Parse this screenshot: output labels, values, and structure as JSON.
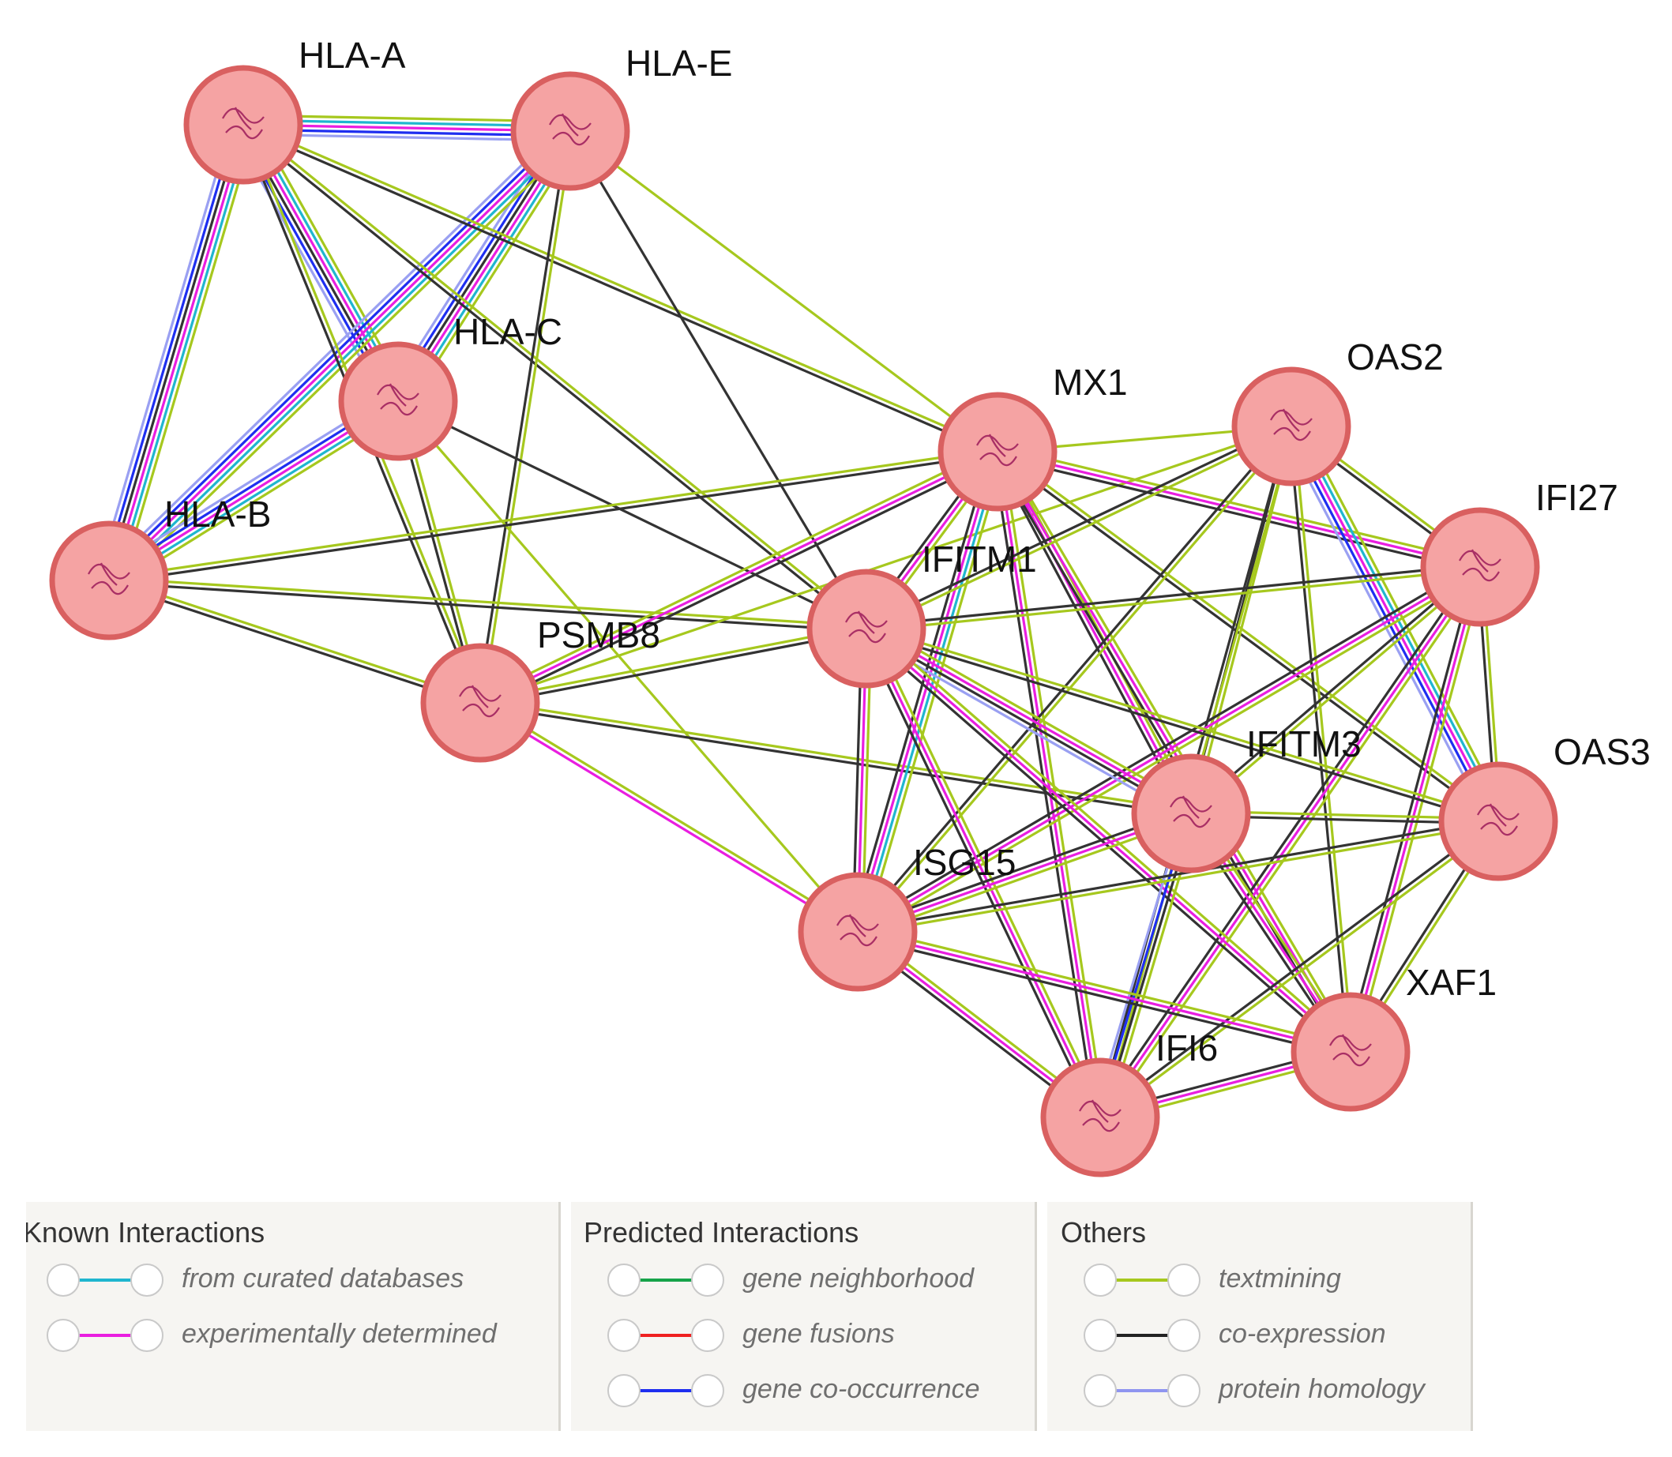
{
  "network": {
    "node_fill": "#f5a3a3",
    "node_stroke": "#d96060",
    "nodes": [
      {
        "id": "HLA-A",
        "label": "HLA-A"
      },
      {
        "id": "HLA-E",
        "label": "HLA-E"
      },
      {
        "id": "HLA-C",
        "label": "HLA-C"
      },
      {
        "id": "HLA-B",
        "label": "HLA-B"
      },
      {
        "id": "PSMB8",
        "label": "PSMB8"
      },
      {
        "id": "MX1",
        "label": "MX1"
      },
      {
        "id": "OAS2",
        "label": "OAS2"
      },
      {
        "id": "IFI27",
        "label": "IFI27"
      },
      {
        "id": "IFITM1",
        "label": "IFITM1"
      },
      {
        "id": "IFITM3",
        "label": "IFITM3"
      },
      {
        "id": "OAS3",
        "label": "OAS3"
      },
      {
        "id": "ISG15",
        "label": "ISG15"
      },
      {
        "id": "XAF1",
        "label": "XAF1"
      },
      {
        "id": "IFI6",
        "label": "IFI6"
      }
    ],
    "edges": [
      {
        "source": "HLA-A",
        "target": "HLA-E",
        "types": [
          "textmining",
          "curated",
          "experimental",
          "cooccurrence",
          "homology"
        ]
      },
      {
        "source": "HLA-A",
        "target": "HLA-C",
        "types": [
          "textmining",
          "curated",
          "experimental",
          "coexpression",
          "cooccurrence",
          "homology"
        ]
      },
      {
        "source": "HLA-A",
        "target": "HLA-B",
        "types": [
          "textmining",
          "curated",
          "experimental",
          "coexpression",
          "cooccurrence",
          "homology"
        ]
      },
      {
        "source": "HLA-E",
        "target": "HLA-C",
        "types": [
          "textmining",
          "curated",
          "experimental",
          "coexpression",
          "cooccurrence",
          "homology"
        ]
      },
      {
        "source": "HLA-E",
        "target": "HLA-B",
        "types": [
          "textmining",
          "curated",
          "experimental",
          "cooccurrence",
          "homology"
        ]
      },
      {
        "source": "HLA-C",
        "target": "HLA-B",
        "types": [
          "textmining",
          "curated",
          "experimental",
          "cooccurrence",
          "homology"
        ]
      },
      {
        "source": "HLA-A",
        "target": "MX1",
        "types": [
          "textmining",
          "coexpression"
        ]
      },
      {
        "source": "HLA-A",
        "target": "PSMB8",
        "types": [
          "textmining",
          "coexpression"
        ]
      },
      {
        "source": "HLA-A",
        "target": "IFITM1",
        "types": [
          "textmining",
          "coexpression"
        ]
      },
      {
        "source": "HLA-E",
        "target": "PSMB8",
        "types": [
          "textmining",
          "coexpression"
        ]
      },
      {
        "source": "HLA-E",
        "target": "IFITM1",
        "types": [
          "coexpression"
        ]
      },
      {
        "source": "HLA-E",
        "target": "MX1",
        "types": [
          "textmining"
        ]
      },
      {
        "source": "HLA-C",
        "target": "PSMB8",
        "types": [
          "textmining",
          "coexpression"
        ]
      },
      {
        "source": "HLA-C",
        "target": "IFITM1",
        "types": [
          "coexpression"
        ]
      },
      {
        "source": "HLA-C",
        "target": "ISG15",
        "types": [
          "textmining"
        ]
      },
      {
        "source": "HLA-B",
        "target": "PSMB8",
        "types": [
          "textmining",
          "coexpression"
        ]
      },
      {
        "source": "HLA-B",
        "target": "MX1",
        "types": [
          "textmining",
          "coexpression"
        ]
      },
      {
        "source": "HLA-B",
        "target": "IFITM1",
        "types": [
          "textmining",
          "coexpression"
        ]
      },
      {
        "source": "PSMB8",
        "target": "MX1",
        "types": [
          "textmining",
          "experimental",
          "coexpression"
        ]
      },
      {
        "source": "PSMB8",
        "target": "IFITM1",
        "types": [
          "textmining",
          "coexpression"
        ]
      },
      {
        "source": "PSMB8",
        "target": "ISG15",
        "types": [
          "textmining",
          "experimental"
        ]
      },
      {
        "source": "PSMB8",
        "target": "IFITM3",
        "types": [
          "textmining",
          "coexpression"
        ]
      },
      {
        "source": "PSMB8",
        "target": "OAS2",
        "types": [
          "textmining"
        ]
      },
      {
        "source": "MX1",
        "target": "OAS2",
        "types": [
          "textmining"
        ]
      },
      {
        "source": "MX1",
        "target": "IFI27",
        "types": [
          "textmining",
          "experimental",
          "coexpression"
        ]
      },
      {
        "source": "MX1",
        "target": "IFITM1",
        "types": [
          "textmining",
          "experimental",
          "coexpression"
        ]
      },
      {
        "source": "MX1",
        "target": "IFITM3",
        "types": [
          "textmining",
          "experimental",
          "coexpression"
        ]
      },
      {
        "source": "MX1",
        "target": "ISG15",
        "types": [
          "textmining",
          "curated",
          "experimental",
          "coexpression"
        ]
      },
      {
        "source": "MX1",
        "target": "OAS3",
        "types": [
          "textmining",
          "coexpression"
        ]
      },
      {
        "source": "MX1",
        "target": "XAF1",
        "types": [
          "textmining",
          "experimental",
          "coexpression"
        ]
      },
      {
        "source": "MX1",
        "target": "IFI6",
        "types": [
          "textmining",
          "experimental",
          "coexpression"
        ]
      },
      {
        "source": "OAS2",
        "target": "IFI27",
        "types": [
          "textmining",
          "coexpression"
        ]
      },
      {
        "source": "OAS2",
        "target": "OAS3",
        "types": [
          "textmining",
          "curated",
          "experimental",
          "cooccurrence",
          "homology"
        ]
      },
      {
        "source": "OAS2",
        "target": "IFITM1",
        "types": [
          "textmining",
          "coexpression"
        ]
      },
      {
        "source": "OAS2",
        "target": "IFITM3",
        "types": [
          "textmining",
          "coexpression"
        ]
      },
      {
        "source": "OAS2",
        "target": "ISG15",
        "types": [
          "textmining",
          "coexpression"
        ]
      },
      {
        "source": "OAS2",
        "target": "IFI6",
        "types": [
          "textmining",
          "coexpression"
        ]
      },
      {
        "source": "OAS2",
        "target": "XAF1",
        "types": [
          "textmining",
          "coexpression"
        ]
      },
      {
        "source": "IFI27",
        "target": "IFITM1",
        "types": [
          "textmining",
          "coexpression"
        ]
      },
      {
        "source": "IFI27",
        "target": "IFITM3",
        "types": [
          "textmining",
          "coexpression"
        ]
      },
      {
        "source": "IFI27",
        "target": "ISG15",
        "types": [
          "textmining",
          "experimental",
          "coexpression"
        ]
      },
      {
        "source": "IFI27",
        "target": "OAS3",
        "types": [
          "textmining",
          "coexpression"
        ]
      },
      {
        "source": "IFI27",
        "target": "XAF1",
        "types": [
          "textmining",
          "experimental",
          "coexpression"
        ]
      },
      {
        "source": "IFI27",
        "target": "IFI6",
        "types": [
          "textmining",
          "experimental",
          "coexpression"
        ]
      },
      {
        "source": "IFITM1",
        "target": "IFITM3",
        "types": [
          "textmining",
          "experimental",
          "coexpression",
          "homology"
        ]
      },
      {
        "source": "IFITM1",
        "target": "ISG15",
        "types": [
          "textmining",
          "experimental",
          "coexpression"
        ]
      },
      {
        "source": "IFITM1",
        "target": "OAS3",
        "types": [
          "textmining",
          "coexpression"
        ]
      },
      {
        "source": "IFITM1",
        "target": "XAF1",
        "types": [
          "textmining",
          "experimental",
          "coexpression"
        ]
      },
      {
        "source": "IFITM1",
        "target": "IFI6",
        "types": [
          "textmining",
          "experimental",
          "coexpression"
        ]
      },
      {
        "source": "IFITM3",
        "target": "OAS3",
        "types": [
          "textmining",
          "coexpression"
        ]
      },
      {
        "source": "IFITM3",
        "target": "ISG15",
        "types": [
          "textmining",
          "experimental",
          "coexpression"
        ]
      },
      {
        "source": "IFITM3",
        "target": "XAF1",
        "types": [
          "textmining",
          "experimental",
          "coexpression"
        ]
      },
      {
        "source": "IFITM3",
        "target": "IFI6",
        "types": [
          "textmining",
          "coexpression",
          "cooccurrence",
          "homology"
        ]
      },
      {
        "source": "OAS3",
        "target": "ISG15",
        "types": [
          "textmining",
          "coexpression"
        ]
      },
      {
        "source": "OAS3",
        "target": "XAF1",
        "types": [
          "textmining",
          "coexpression"
        ]
      },
      {
        "source": "OAS3",
        "target": "IFI6",
        "types": [
          "textmining",
          "coexpression"
        ]
      },
      {
        "source": "ISG15",
        "target": "XAF1",
        "types": [
          "textmining",
          "experimental",
          "coexpression"
        ]
      },
      {
        "source": "ISG15",
        "target": "IFI6",
        "types": [
          "textmining",
          "experimental",
          "coexpression"
        ]
      },
      {
        "source": "XAF1",
        "target": "IFI6",
        "types": [
          "textmining",
          "experimental",
          "coexpression"
        ]
      }
    ]
  },
  "legend": {
    "known": {
      "title": "Known Interactions",
      "items": [
        {
          "label": "from curated databases",
          "color": "#1fb6cf"
        },
        {
          "label": "experimentally determined",
          "color": "#e91ee0"
        }
      ]
    },
    "predicted": {
      "title": "Predicted Interactions",
      "items": [
        {
          "label": "gene neighborhood",
          "color": "#16a34a"
        },
        {
          "label": "gene fusions",
          "color": "#ef2020"
        },
        {
          "label": "gene co-occurrence",
          "color": "#1e2ef0"
        }
      ]
    },
    "others": {
      "title": "Others",
      "items": [
        {
          "label": "textmining",
          "color": "#a6c81e"
        },
        {
          "label": "co-expression",
          "color": "#222222"
        },
        {
          "label": "protein homology",
          "color": "#8f95f0"
        }
      ]
    }
  },
  "edge_colors": {
    "curated": "#1fb6cf",
    "experimental": "#e91ee0",
    "neighborhood": "#16a34a",
    "fusion": "#ef2020",
    "cooccurrence": "#1e2ef0",
    "textmining": "#a6c81e",
    "coexpression": "#333333",
    "homology": "#9aa0f2"
  }
}
